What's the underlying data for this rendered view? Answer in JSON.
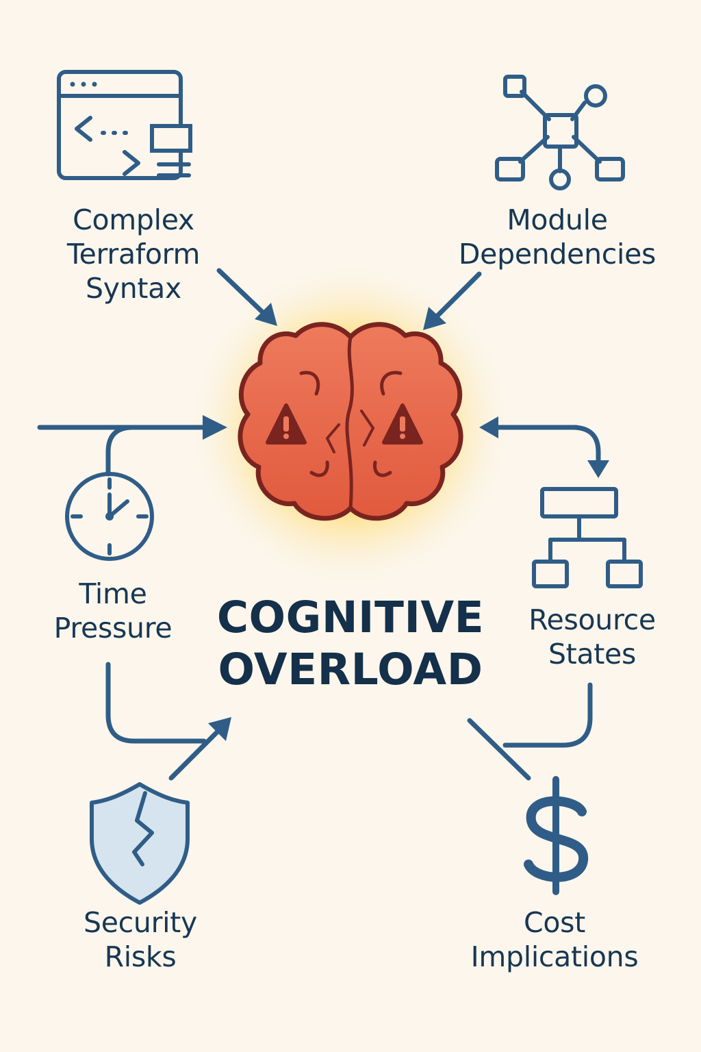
{
  "center": {
    "title_line1": "COGNITIVE",
    "title_line2": "OVERLOAD"
  },
  "factors": {
    "complex_syntax": {
      "line1": "Complex",
      "line2": "Terraform",
      "line3": "Syntax",
      "icon": "code-window-icon"
    },
    "module_dependencies": {
      "line1": "Module",
      "line2": "Dependencies",
      "icon": "network-nodes-icon"
    },
    "time_pressure": {
      "line1": "Time",
      "line2": "Pressure",
      "icon": "clock-icon"
    },
    "resource_states": {
      "line1": "Resource",
      "line2": "States",
      "icon": "hierarchy-icon"
    },
    "security_risks": {
      "line1": "Security",
      "line2": "Risks",
      "icon": "cracked-shield-icon"
    },
    "cost_implications": {
      "line1": "Cost",
      "line2": "Implications",
      "icon": "dollar-icon"
    }
  },
  "colors": {
    "background": "#fcf6ec",
    "ink": "#2f5d87",
    "text": "#173753",
    "brain": "#ec7356",
    "brain_outline": "#7a2420",
    "glow": "#ffd24a"
  }
}
